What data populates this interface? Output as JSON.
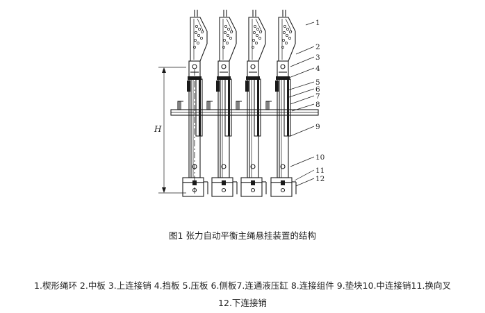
{
  "figure": {
    "dimension_label": "H",
    "part_numbers": [
      "1",
      "2",
      "3",
      "4",
      "5",
      "6",
      "7",
      "8",
      "9",
      "10",
      "11",
      "12"
    ]
  },
  "caption": "图1 张力自动平衡主绳悬挂装置的结构",
  "legend": {
    "line1": "1.楔形绳环 2.中板 3.上连接销 4.挡板 5.压板 6.侧板7.连通液压缸 8.连接组件 9.垫块10.中连接销11.换向叉",
    "line2": "12.下连接销"
  }
}
